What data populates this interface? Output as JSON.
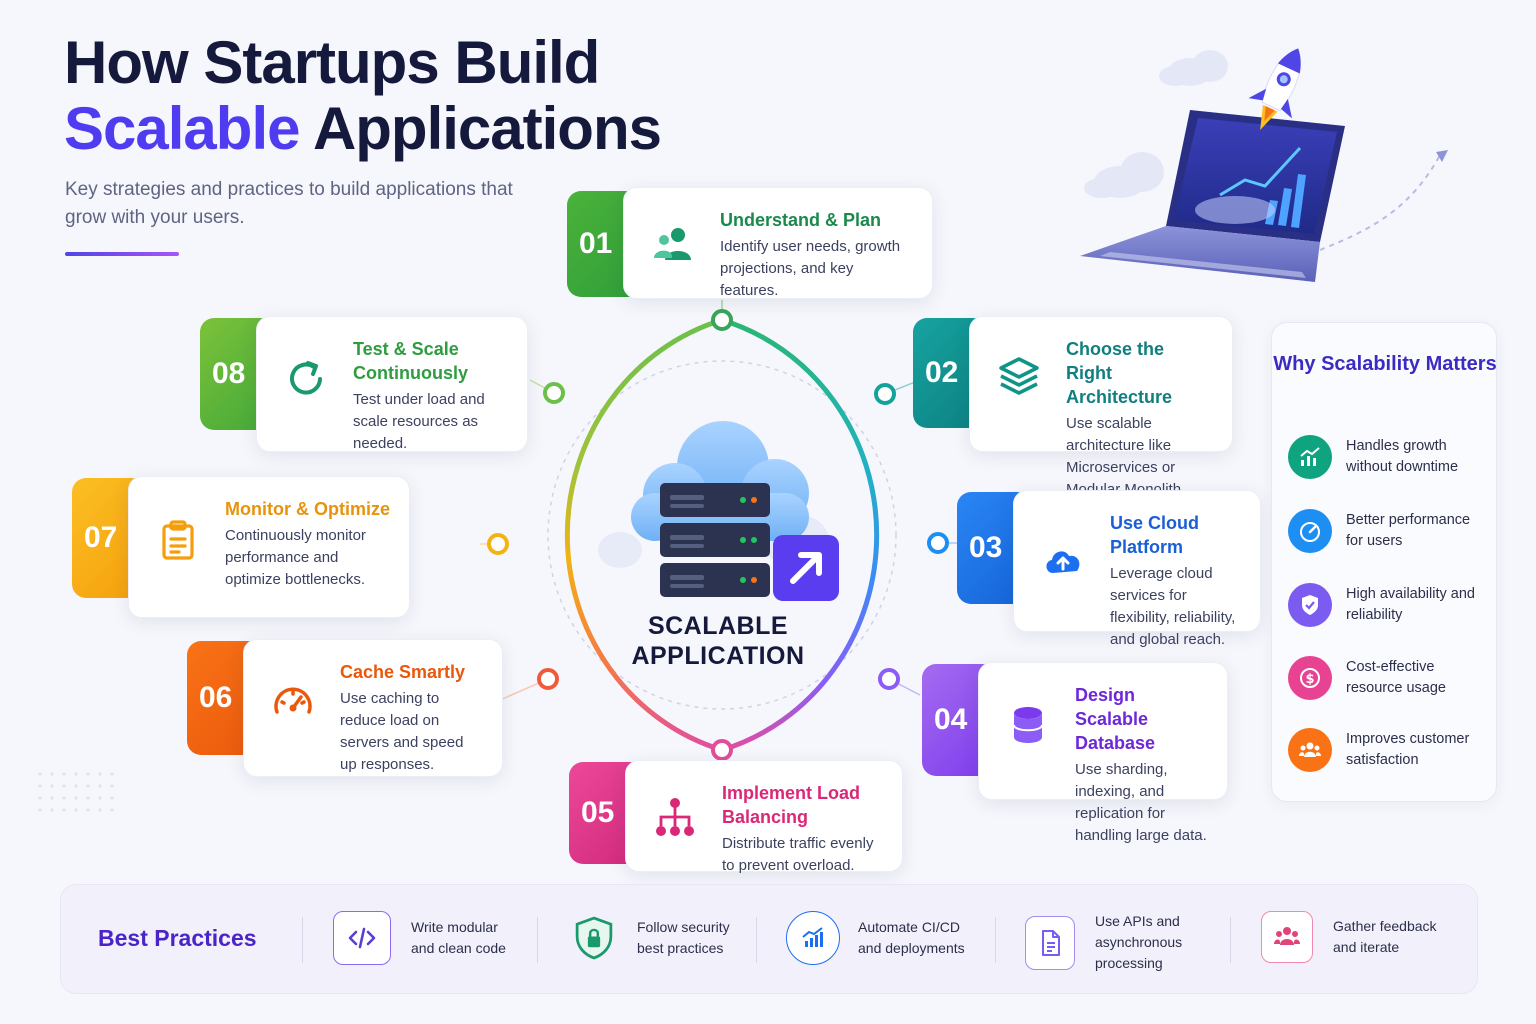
{
  "header": {
    "title_line1": "How Startups Build",
    "title_accent": "Scalable",
    "title_rest": " Applications",
    "subtitle": "Key strategies and practices to build applications that grow with your users."
  },
  "center": {
    "line1": "SCALABLE",
    "line2": "APPLICATION",
    "icon": "cloud-server-icon"
  },
  "steps": [
    {
      "num": "01",
      "title": "Understand & Plan",
      "desc": "Identify user needs, growth projections, and key features.",
      "color": "#3aa535",
      "icon": "users-icon"
    },
    {
      "num": "02",
      "title": "Choose the Right Architecture",
      "desc": "Use scalable architecture like Microservices or Modular Monolith.",
      "color": "#0f9488",
      "icon": "layers-icon"
    },
    {
      "num": "03",
      "title": "Use Cloud Platform",
      "desc": "Leverage cloud services for flexibility, reliability, and global reach.",
      "color": "#1d6ff2",
      "icon": "cloud-upload-icon"
    },
    {
      "num": "04",
      "title": "Design Scalable Database",
      "desc": "Use sharding, indexing, and replication for handling large data.",
      "color": "#7c3aed",
      "icon": "database-icon"
    },
    {
      "num": "05",
      "title": "Implement Load Balancing",
      "desc": "Distribute traffic evenly to prevent overload.",
      "color": "#db2777",
      "icon": "network-icon"
    },
    {
      "num": "06",
      "title": "Cache Smartly",
      "desc": "Use caching to reduce load on servers and speed up responses.",
      "color": "#ea580c",
      "icon": "gauge-icon"
    },
    {
      "num": "07",
      "title": "Monitor & Optimize",
      "desc": "Continuously monitor performance and optimize bottlenecks.",
      "color": "#f59e0b",
      "icon": "clipboard-icon"
    },
    {
      "num": "08",
      "title": "Test & Scale Continuously",
      "desc": "Test under load and scale resources as needed.",
      "color": "#3aa535",
      "icon": "refresh-icon"
    }
  ],
  "why": {
    "title": "Why Scalability Matters",
    "items": [
      {
        "text": "Handles growth without downtime",
        "color": "#10a37f",
        "icon": "growth-chart-icon"
      },
      {
        "text": "Better performance for users",
        "color": "#1d8ff2",
        "icon": "speedometer-icon"
      },
      {
        "text": "High availability and reliability",
        "color": "#7c5cf0",
        "icon": "shield-icon"
      },
      {
        "text": "Cost-effective resource usage",
        "color": "#e84393",
        "icon": "dollar-icon"
      },
      {
        "text": "Improves customer satisfaction",
        "color": "#f97316",
        "icon": "customers-icon"
      }
    ]
  },
  "best_practices": {
    "title": "Best Practices",
    "items": [
      {
        "text": "Write modular and clean code",
        "color": "#6d4ce8",
        "icon": "code-icon"
      },
      {
        "text": "Follow security best practices",
        "color": "#1a9a6c",
        "icon": "security-shield-icon"
      },
      {
        "text": "Automate CI/CD and deployments",
        "color": "#1d6ff2",
        "icon": "pipeline-chart-icon"
      },
      {
        "text": "Use APIs and asynchronous processing",
        "color": "#7c5cf0",
        "icon": "document-icon"
      },
      {
        "text": "Gather feedback and iterate",
        "color": "#e0447a",
        "icon": "feedback-users-icon"
      }
    ]
  }
}
